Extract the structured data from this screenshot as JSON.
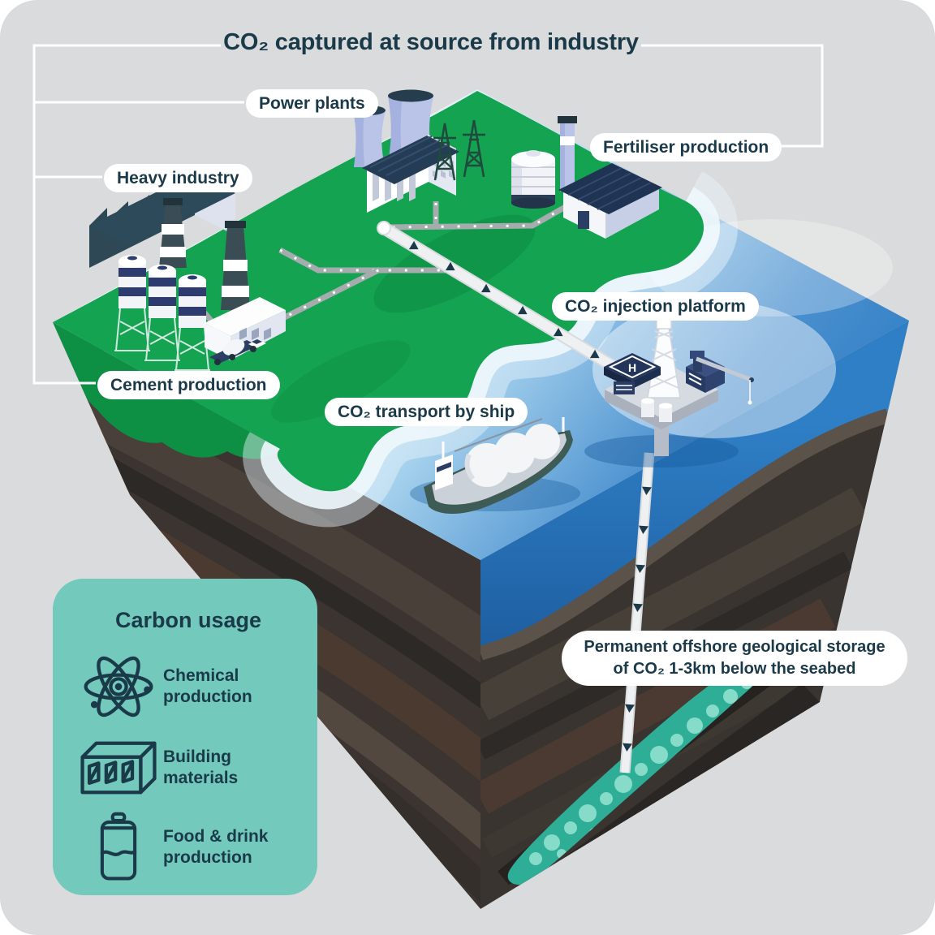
{
  "title": "CO₂ captured at source from industry",
  "labels": {
    "power_plants": "Power plants",
    "heavy_industry": "Heavy industry",
    "fertiliser_production": "Fertiliser production",
    "cement_production": "Cement production",
    "injection_platform": "CO₂ injection platform",
    "ship_transport": "CO₂ transport by ship",
    "storage_line1": "Permanent offshore geological storage",
    "storage_line2": "of CO₂ 1-3km below the seabed",
    "helipad_letter": "H"
  },
  "legend": {
    "title": "Carbon usage",
    "items": [
      {
        "icon": "atom-icon",
        "label": "Chemical production"
      },
      {
        "icon": "brick-icon",
        "label": "Building materials"
      },
      {
        "icon": "can-icon",
        "label": "Food & drink production"
      }
    ]
  },
  "colors": {
    "navy": "#1b3a49",
    "pill-bg": "#ffffff",
    "bg": "#dadbdc",
    "land": "#14a351",
    "land-dark": "#0a7f3c",
    "sea-light": "#e8f4fb",
    "sea-deep": "#2b7ac2",
    "sea-front": "#1f63a7",
    "soil": "#3a3430",
    "storage-teal": "#2fae97",
    "storage-pebble": "#86dcc9",
    "legend-teal": "#72c9bc",
    "building-lavender": "#b9c4e8",
    "roof-navy": "#243c55",
    "pipe-gray": "#a6abae",
    "pipe-white": "#eef0f2"
  }
}
